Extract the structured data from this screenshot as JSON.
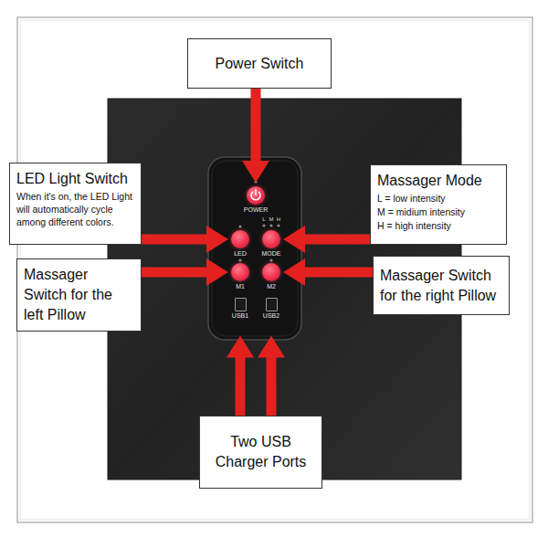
{
  "diagram": {
    "nodes": [
      {
        "text": [
          "Power Switch"
        ]
      },
      {
        "text": [
          "POWER"
        ]
      },
      {
        "text": [
          "LED Light Switch",
          "When it's on, the LED Light will automatically cycle among different colors."
        ]
      },
      {
        "text": [
          "LED"
        ]
      },
      {
        "text": [
          "MODE"
        ]
      },
      {
        "text": [
          "Massager Mode",
          "L = low intensity",
          "M = midium intensity",
          "H = high intensity"
        ]
      },
      {
        "text": [
          "Massager Switch for the left Pillow"
        ]
      },
      {
        "text": [
          "M1"
        ]
      },
      {
        "text": [
          "M2"
        ]
      },
      {
        "text": [
          "Massager Switch for the right Pillow"
        ]
      },
      {
        "text": [
          "USB1"
        ]
      },
      {
        "text": [
          "USB2"
        ]
      },
      {
        "text": [
          "Two USB Charger Ports"
        ]
      }
    ],
    "edges": [
      {
        "from": 0,
        "to": 1,
        "arrow": "to"
      },
      {
        "from": 2,
        "to": 3,
        "arrow": "to"
      },
      {
        "from": 5,
        "to": 4,
        "arrow": "to"
      },
      {
        "from": 6,
        "to": 7,
        "arrow": "to"
      },
      {
        "from": 9,
        "to": 8,
        "arrow": "to"
      },
      {
        "from": 12,
        "to": 10,
        "arrow": "to"
      },
      {
        "from": 12,
        "to": 11,
        "arrow": "to"
      }
    ],
    "labels": [
      "L",
      "M",
      "H"
    ]
  }
}
